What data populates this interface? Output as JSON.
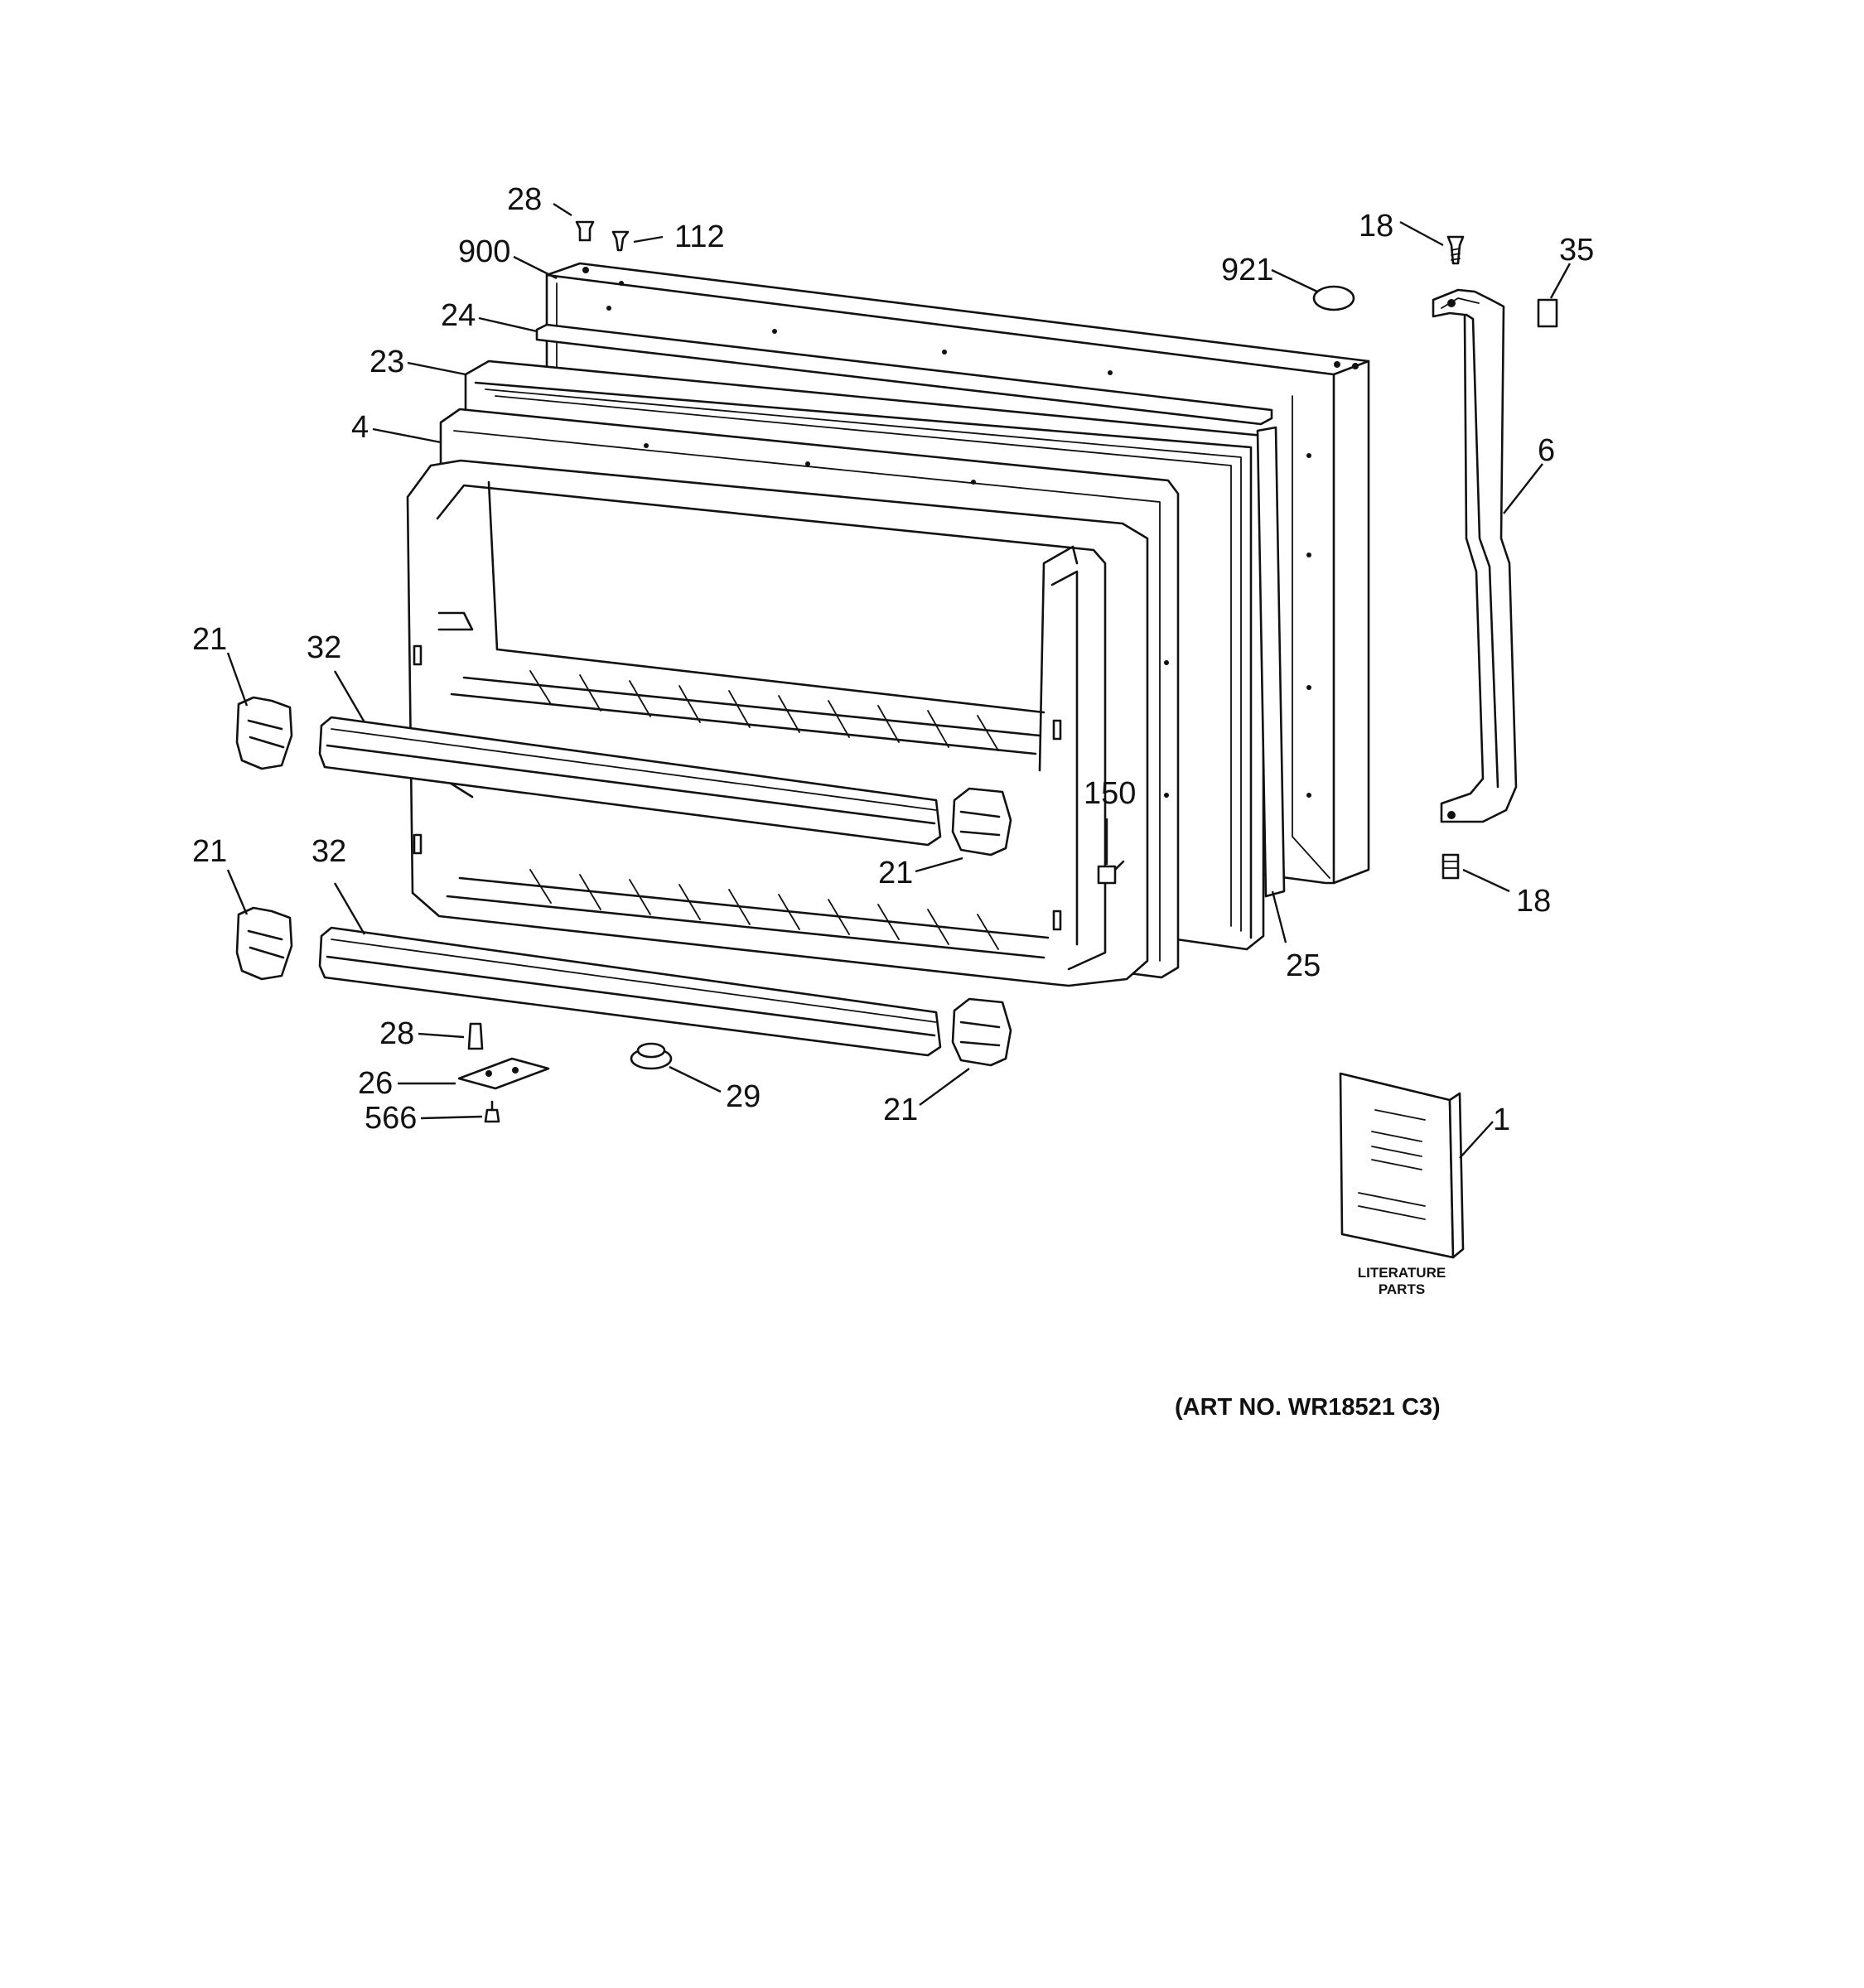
{
  "diagram": {
    "callouts": [
      {
        "id": "c-28-top",
        "text": "28"
      },
      {
        "id": "c-112",
        "text": "112"
      },
      {
        "id": "c-900",
        "text": "900"
      },
      {
        "id": "c-24",
        "text": "24"
      },
      {
        "id": "c-23",
        "text": "23"
      },
      {
        "id": "c-4",
        "text": "4"
      },
      {
        "id": "c-921",
        "text": "921"
      },
      {
        "id": "c-18-top",
        "text": "18"
      },
      {
        "id": "c-35",
        "text": "35"
      },
      {
        "id": "c-6",
        "text": "6"
      },
      {
        "id": "c-21-a",
        "text": "21"
      },
      {
        "id": "c-32-a",
        "text": "32"
      },
      {
        "id": "c-150",
        "text": "150"
      },
      {
        "id": "c-21-b",
        "text": "21"
      },
      {
        "id": "c-21-c",
        "text": "21"
      },
      {
        "id": "c-32-b",
        "text": "32"
      },
      {
        "id": "c-18-bottom",
        "text": "18"
      },
      {
        "id": "c-25",
        "text": "25"
      },
      {
        "id": "c-28-bottom",
        "text": "28"
      },
      {
        "id": "c-26",
        "text": "26"
      },
      {
        "id": "c-566",
        "text": "566"
      },
      {
        "id": "c-29",
        "text": "29"
      },
      {
        "id": "c-21-d",
        "text": "21"
      },
      {
        "id": "c-1",
        "text": "1"
      }
    ],
    "literature_label": [
      "LITERATURE",
      "PARTS"
    ],
    "art_number": "(ART NO. WR18521 C3)"
  }
}
